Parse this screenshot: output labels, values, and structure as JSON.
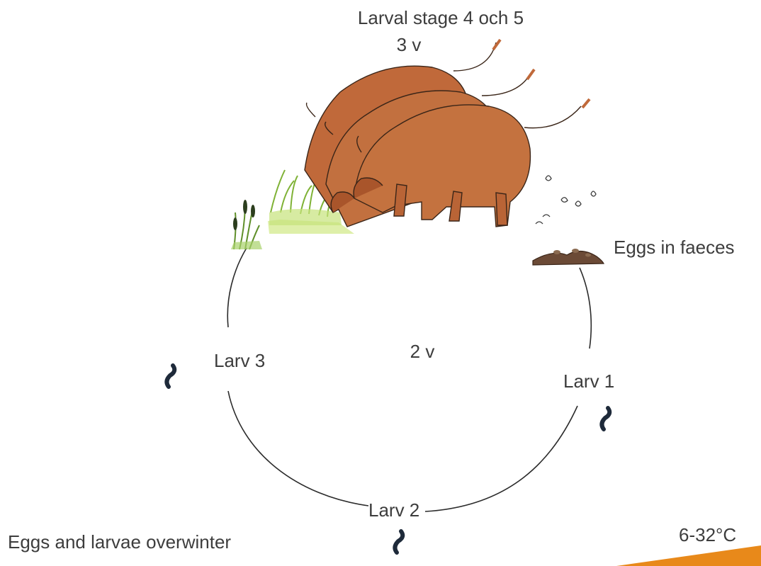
{
  "labels": {
    "larval_stage_title": "Larval stage 4 och 5",
    "duration_adult": "3 v",
    "eggs_in_faeces": "Eggs in faeces",
    "larv_1": "Larv 1",
    "larv_2": "Larv 2",
    "larv_3": "Larv 3",
    "duration_center": "2 v",
    "overwinter_note": "Eggs and larvae overwinter",
    "temperature_range": "6-32°C"
  },
  "icons": {
    "animals": "grazing-bovine-illustrations",
    "grass": "grass-tuft-icon",
    "flies": "fly-icon",
    "dung": "dung-pile-icon",
    "larva": "larva-icon",
    "corner": "accent-wedge"
  },
  "colors": {
    "animal_body": "#c0693a",
    "animal_shade": "#a9552b",
    "grass": "#8cc63f",
    "grass_light": "#d8ec9a",
    "dung": "#6b4a36",
    "larva": "#1e2a3a",
    "text": "#3d3d3d",
    "accent": "#e8891a"
  }
}
